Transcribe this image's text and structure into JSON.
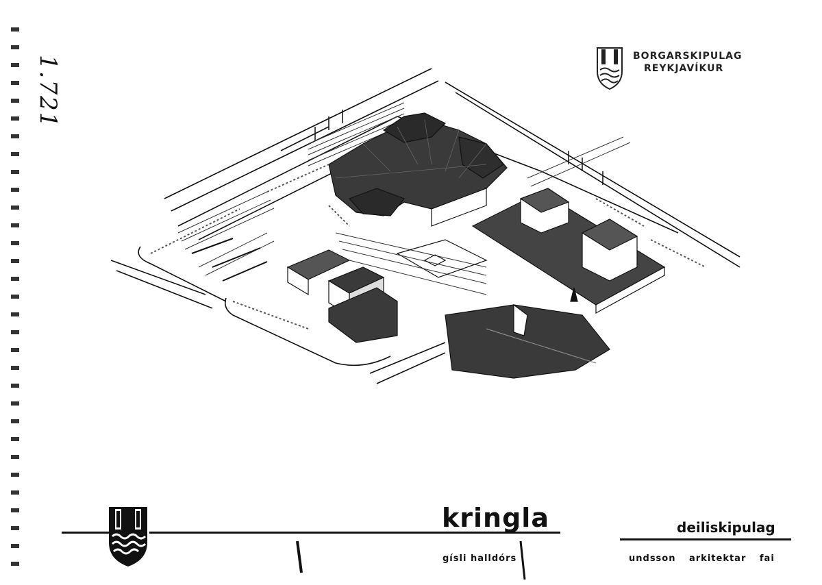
{
  "document": {
    "handwritten_number": "1.721",
    "stamp": {
      "line1": "BORGARSKIPULAG",
      "line2": "REYKJAVÍKUR"
    },
    "title": "kringla",
    "subtitle": "deiliskipulag",
    "credit_left": "gísli halldórs",
    "credit_right": "undsson  arkitektar fai"
  },
  "colors": {
    "ink": "#111111",
    "paper": "#ffffff",
    "roof_shade": "#3a3a3a"
  },
  "icons": {
    "crest": "reykjavik-crest-icon",
    "stamp_crest": "stamp-crest-icon"
  }
}
